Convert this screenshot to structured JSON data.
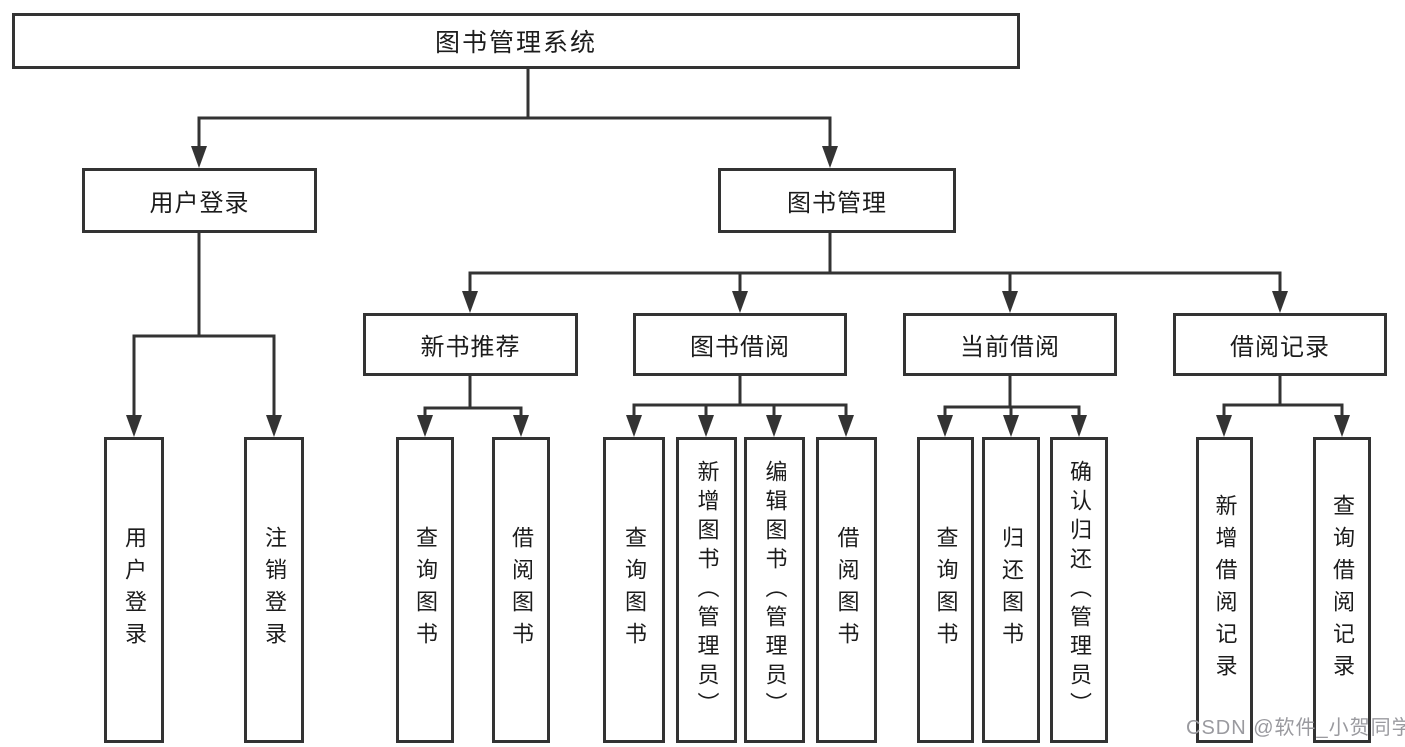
{
  "title": "图书管理系统",
  "level1": {
    "user": "用户登录",
    "management": "图书管理"
  },
  "user_children": [
    "用户登录",
    "注销登录"
  ],
  "groups": [
    {
      "label": "新书推荐",
      "children": [
        "查询图书",
        "借阅图书"
      ]
    },
    {
      "label": "图书借阅",
      "children": [
        "查询图书",
        "新增图书（管理员）",
        "编辑图书（管理员）",
        "借阅图书"
      ]
    },
    {
      "label": "当前借阅",
      "children": [
        "查询图书",
        "归还图书",
        "确认归还（管理员）"
      ]
    },
    {
      "label": "借阅记录",
      "children": [
        "新增借阅记录",
        "查询借阅记录"
      ]
    }
  ],
  "watermark": "CSDN @软件_小贺同学",
  "colors": {
    "line": "#333333",
    "text": "#1c1c1c",
    "background": "#ffffff",
    "watermark": "#9a9a9f"
  }
}
